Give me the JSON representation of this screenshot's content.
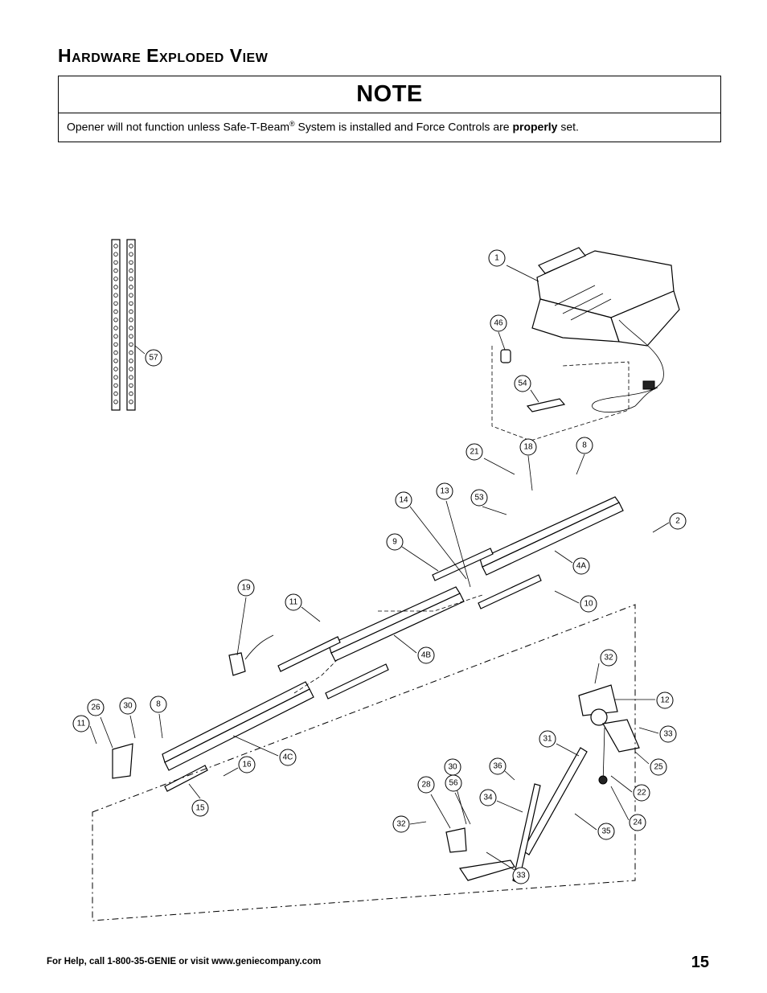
{
  "page": {
    "title": "Hardware Exploded View",
    "number": "15",
    "footer": "For Help, call 1-800-35-GENIE or visit www.geniecompany.com"
  },
  "note": {
    "heading": "NOTE",
    "text_before": "Opener will not function unless Safe-T-Beam",
    "registered_mark": "®",
    "text_middle": " System is installed and Force Controls are ",
    "emphasis": "properly",
    "text_after": " set."
  },
  "callouts": [
    {
      "label": "1"
    },
    {
      "label": "46"
    },
    {
      "label": "54"
    },
    {
      "label": "57"
    },
    {
      "label": "21"
    },
    {
      "label": "18"
    },
    {
      "label": "8"
    },
    {
      "label": "14"
    },
    {
      "label": "13"
    },
    {
      "label": "53"
    },
    {
      "label": "2"
    },
    {
      "label": "9"
    },
    {
      "label": "4A"
    },
    {
      "label": "10"
    },
    {
      "label": "19"
    },
    {
      "label": "11"
    },
    {
      "label": "4B"
    },
    {
      "label": "26"
    },
    {
      "label": "30"
    },
    {
      "label": "8"
    },
    {
      "label": "11"
    },
    {
      "label": "16"
    },
    {
      "label": "4C"
    },
    {
      "label": "15"
    },
    {
      "label": "32"
    },
    {
      "label": "12"
    },
    {
      "label": "33"
    },
    {
      "label": "31"
    },
    {
      "label": "25"
    },
    {
      "label": "36"
    },
    {
      "label": "30"
    },
    {
      "label": "28"
    },
    {
      "label": "56"
    },
    {
      "label": "22"
    },
    {
      "label": "34"
    },
    {
      "label": "32"
    },
    {
      "label": "24"
    },
    {
      "label": "35"
    },
    {
      "label": "33"
    }
  ]
}
